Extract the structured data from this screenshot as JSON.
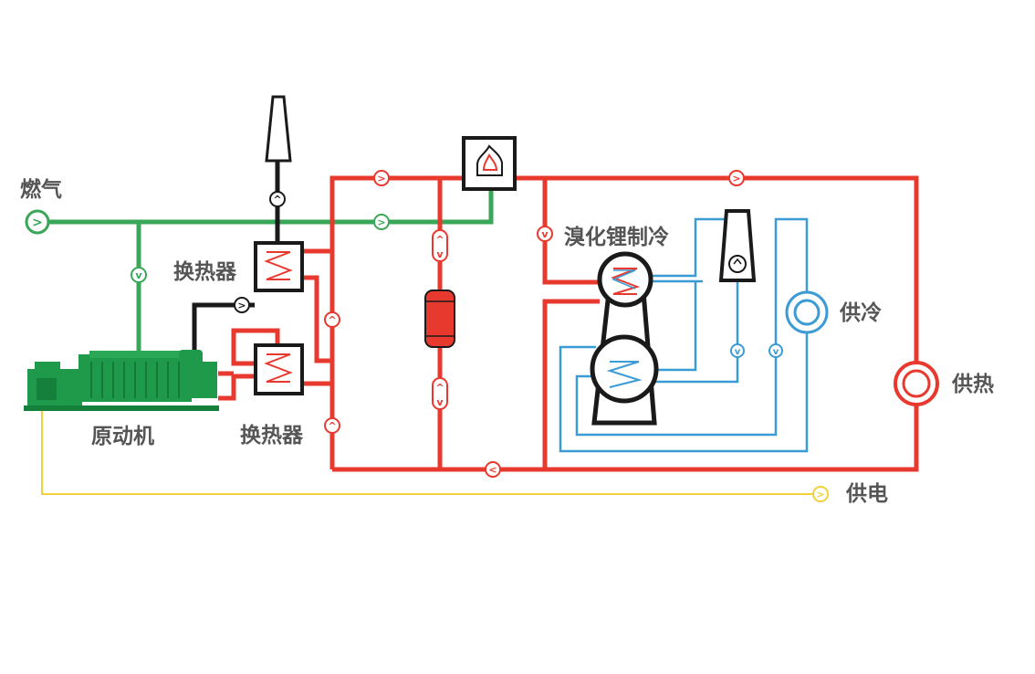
{
  "labels": {
    "gas": "燃气",
    "heat_exchanger_upper": "换热器",
    "heat_exchanger_lower": "换热器",
    "prime_mover": "原动机",
    "libr_chiller": "溴化锂制冷",
    "cooling_supply": "供冷",
    "heat_supply": "供热",
    "power_supply": "供电"
  },
  "colors": {
    "gas_line": "#3aa657",
    "hot_water_line": "#e8392f",
    "chilled_water_line": "#3b9bd4",
    "electric_line": "#f2d13a",
    "exhaust_line": "#1a1a1a",
    "engine_body": "#1f9a4a",
    "tank": "#e8392f",
    "text": "#555555"
  }
}
